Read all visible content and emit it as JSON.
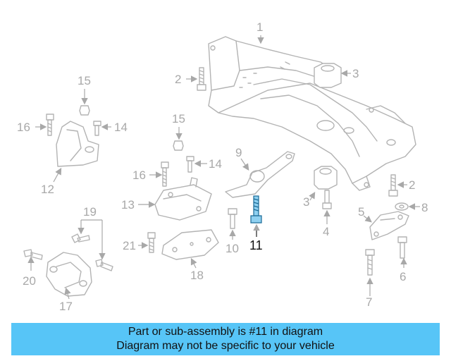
{
  "callouts": {
    "c1": "1",
    "c2a": "2",
    "c2b": "2",
    "c3a": "3",
    "c3b": "3",
    "c4": "4",
    "c5": "5",
    "c6": "6",
    "c7": "7",
    "c8": "8",
    "c9": "9",
    "c10": "10",
    "c11": "11",
    "c12": "12",
    "c13": "13",
    "c14a": "14",
    "c14b": "14",
    "c15a": "15",
    "c15b": "15",
    "c16a": "16",
    "c16b": "16",
    "c17": "17",
    "c18": "18",
    "c19": "19",
    "c20": "20",
    "c21": "21"
  },
  "highlight": {
    "part": "11",
    "color": "#8fd0f0"
  },
  "banner": {
    "line1": "Part or sub-assembly is #11 in diagram",
    "line2": "Diagram may not be specific to your vehicle",
    "background": "#57c5f7"
  }
}
